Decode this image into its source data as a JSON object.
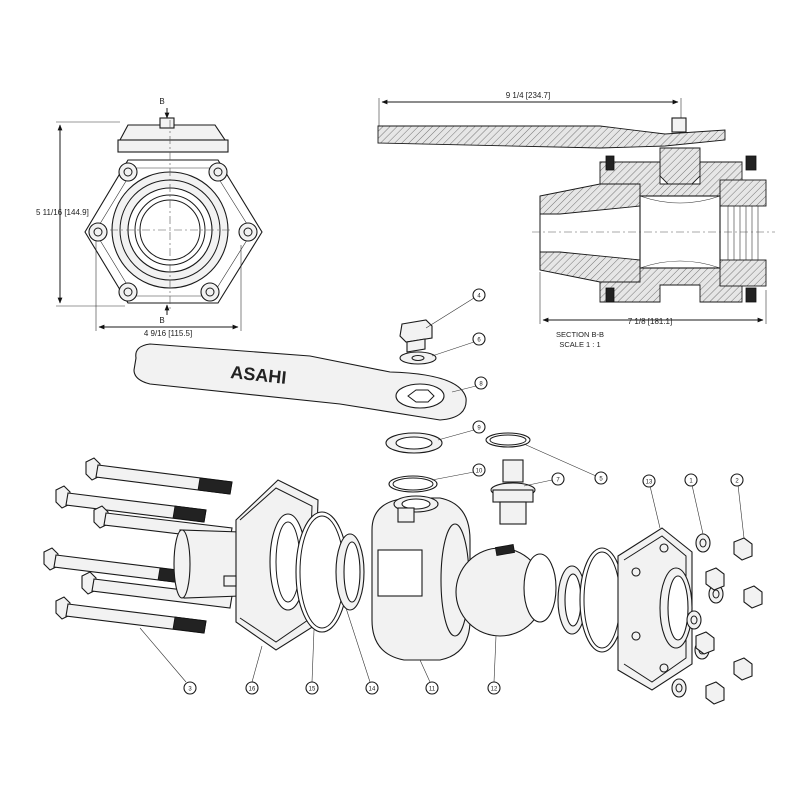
{
  "front_view": {
    "section_marker": "B",
    "height_dim": "5 11/16 [144.9]",
    "width_dim": "4 9/16 [115.5]"
  },
  "section_view": {
    "length_dim": "9 1/4 [234.7]",
    "face_dim": "7 1/8 [181.1]",
    "title": "SECTION B-B",
    "scale": "SCALE 1 : 1"
  },
  "handle": {
    "brand": "ASAHI"
  },
  "balloons": [
    {
      "id": "b4",
      "label": "4"
    },
    {
      "id": "b6",
      "label": "6"
    },
    {
      "id": "b8",
      "label": "8"
    },
    {
      "id": "b9",
      "label": "9"
    },
    {
      "id": "b5",
      "label": "5"
    },
    {
      "id": "b10",
      "label": "10"
    },
    {
      "id": "b7",
      "label": "7"
    },
    {
      "id": "b13",
      "label": "13"
    },
    {
      "id": "b1",
      "label": "1"
    },
    {
      "id": "b2",
      "label": "2"
    },
    {
      "id": "b3",
      "label": "3"
    },
    {
      "id": "b16",
      "label": "16"
    },
    {
      "id": "b15",
      "label": "15"
    },
    {
      "id": "b14",
      "label": "14"
    },
    {
      "id": "b11",
      "label": "11"
    },
    {
      "id": "b12",
      "label": "12"
    }
  ]
}
